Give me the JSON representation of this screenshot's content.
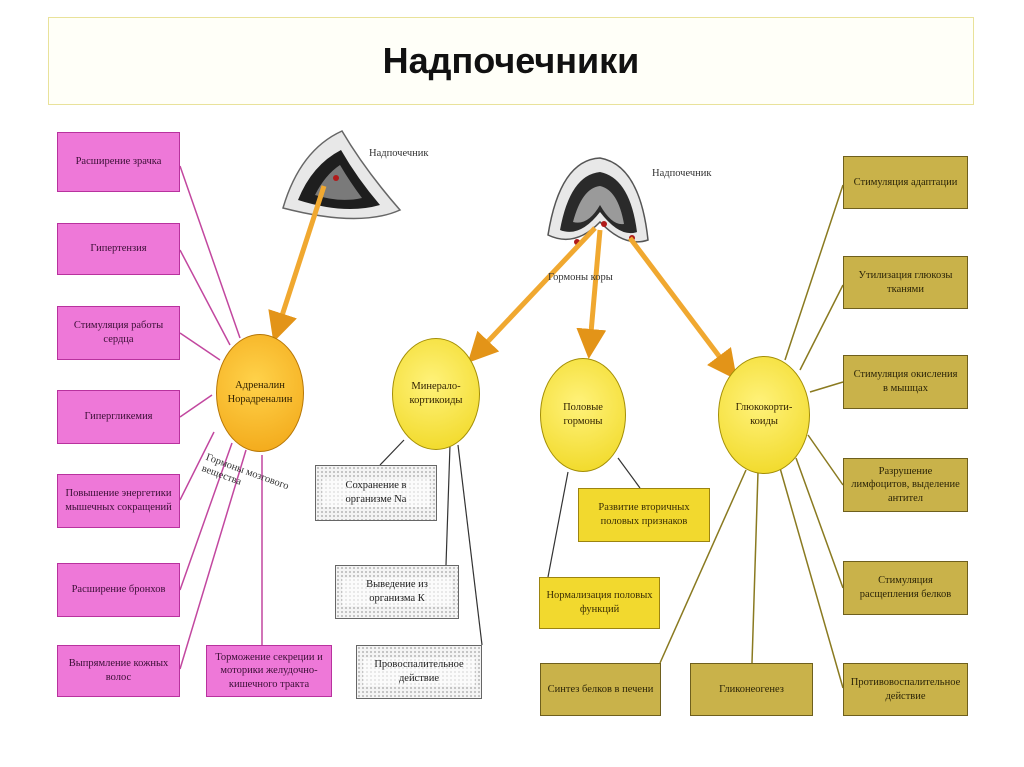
{
  "title": "Надпочечники",
  "gland_labels": {
    "left": "Надпочечник",
    "right": "Надпочечник",
    "cortex_hormones": "Гормоны коры",
    "medulla_hormones": "Гормоны мозгового вещества"
  },
  "centers": {
    "adrenaline": "Адреналин\nНорадреналин",
    "mineralo": "Минерало-\nкортикоиды",
    "sex": "Половые\nгормоны",
    "gluco": "Глюкокорти-\nкоиды"
  },
  "left_effects": [
    "Расширение зрачка",
    "Гипертензия",
    "Стимуляция работы сердца",
    "Гипергликемия",
    "Повышение энергетики мышечных сокращений",
    "Расширение бронхов",
    "Выпрямление кожных волос"
  ],
  "adrenal_extra": "Торможение секреции и моторики желудочно-кишечного тракта",
  "mineralo_effects": [
    "Сохранение в организме Na",
    "Выведение из организма К",
    "Провоспалительное действие"
  ],
  "sex_effects": [
    "Развитие вторичных половых признаков",
    "Нормализация половых функций"
  ],
  "gluco_right_effects": [
    "Стимуляция адаптации",
    "Утилизация глюкозы тканями",
    "Стимуляция окисления в мышцах",
    "Разрушение лимфоцитов, выделение антител",
    "Стимуляция расщепления белков",
    "Противовоспалительное действие"
  ],
  "gluco_bottom_effects": [
    "Синтез белков в печени",
    "Гликонеогенез"
  ],
  "colors": {
    "pink": "#ee78d8",
    "olive": "#c9b24a",
    "yellow": "#f2d92e",
    "orange": "#f1a414",
    "arrow": "#f0a830"
  }
}
